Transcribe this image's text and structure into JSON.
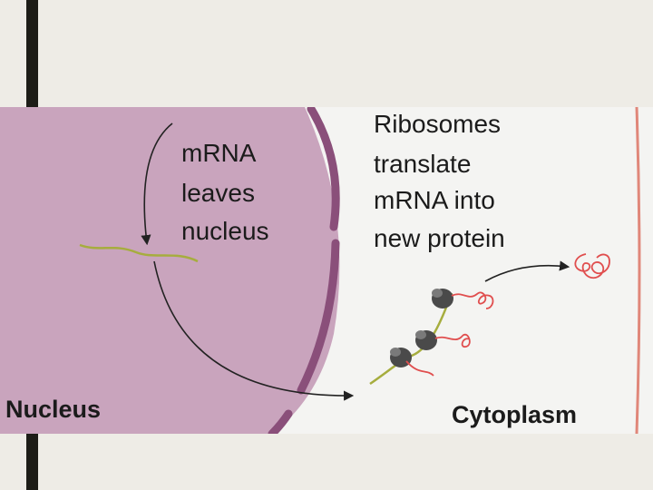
{
  "diagram": {
    "mrna_label": [
      "mRNA",
      "leaves",
      "nucleus"
    ],
    "ribosome_label": [
      "Ribosomes",
      "translate",
      "mRNA into",
      "new protein"
    ],
    "nucleus_label": "Nucleus",
    "cytoplasm_label": "Cytoplasm"
  },
  "colors": {
    "nucleus_fill": "#c9a4bd",
    "cytoplasm_fill": "#f4f4f2",
    "membrane": "#8a4f7a",
    "mrna_strand": "#a6ad3e",
    "ribosome": "#4a4a4a",
    "protein": "#e04e4e",
    "cell_membrane": "#e0877a",
    "slide_bar": "#1d1d17"
  }
}
